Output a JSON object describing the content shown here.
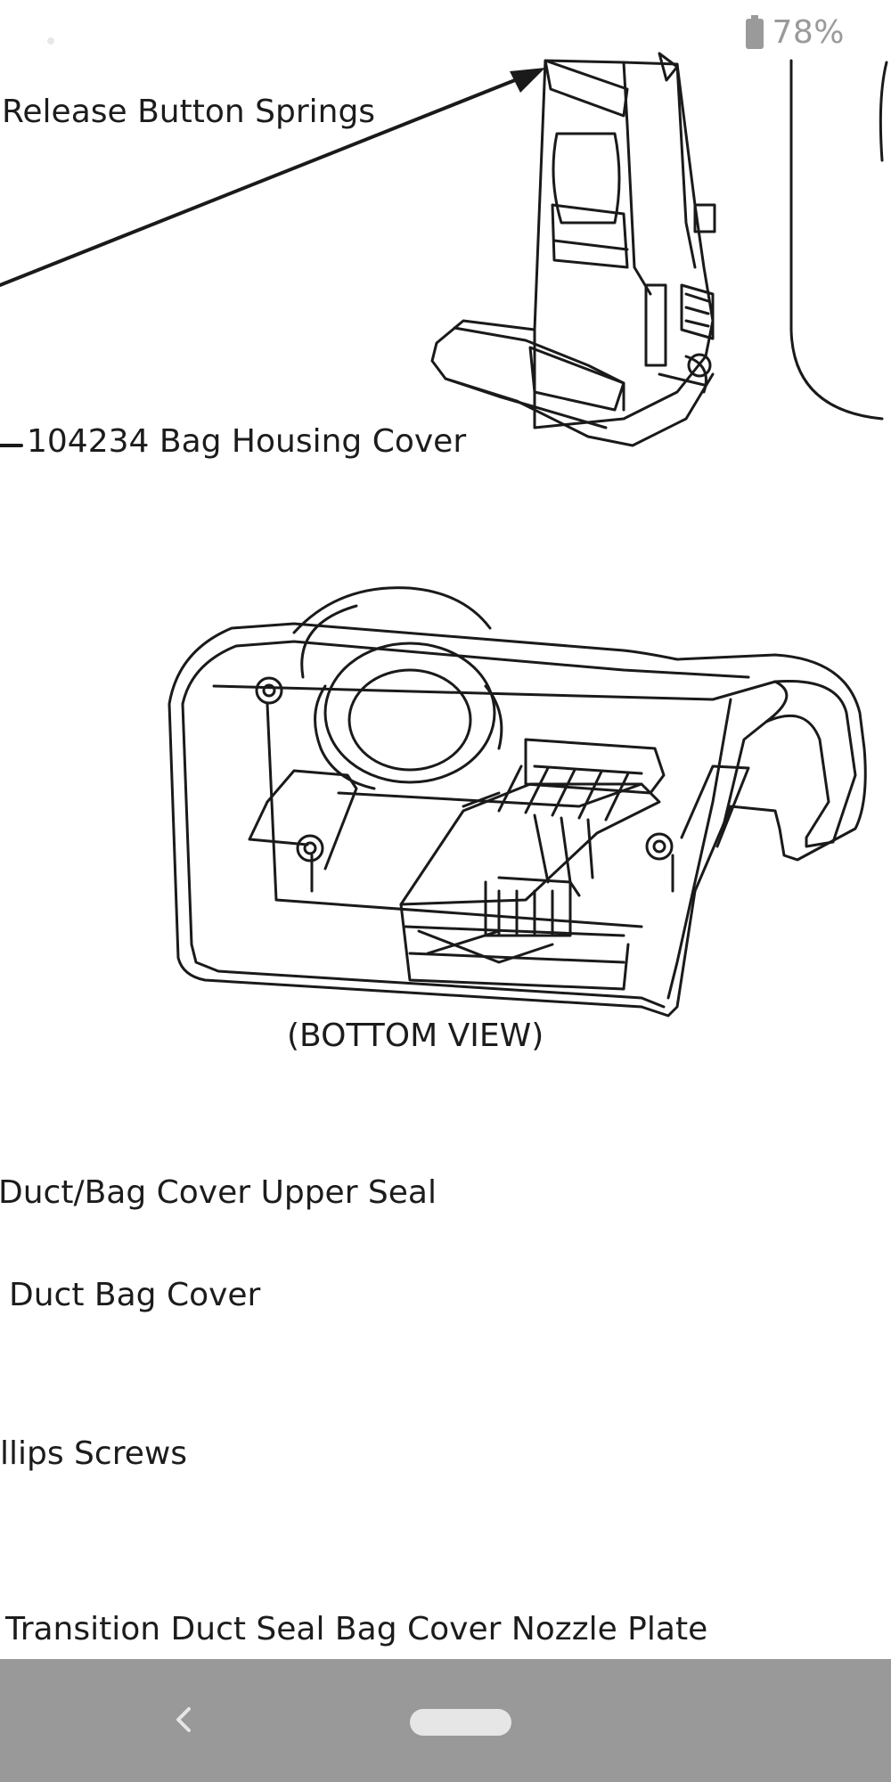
{
  "status_bar": {
    "battery_percent": "78%",
    "battery_icon": "battery-icon"
  },
  "document": {
    "labels": {
      "release_springs": "Release Button Springs",
      "bag_housing_cover": "104234 Bag Housing Cover",
      "bottom_view": "(BOTTOM VIEW)",
      "upper_seal": "Duct/Bag Cover Upper Seal",
      "duct_bag_cover": "Duct Bag Cover",
      "phillips_screws": "llips Screws",
      "transition_seal": "Transition Duct Seal Bag Cover Nozzle Plate"
    }
  },
  "nav_bar": {
    "back_icon": "back-chevron-icon",
    "home_icon": "home-pill-icon"
  }
}
